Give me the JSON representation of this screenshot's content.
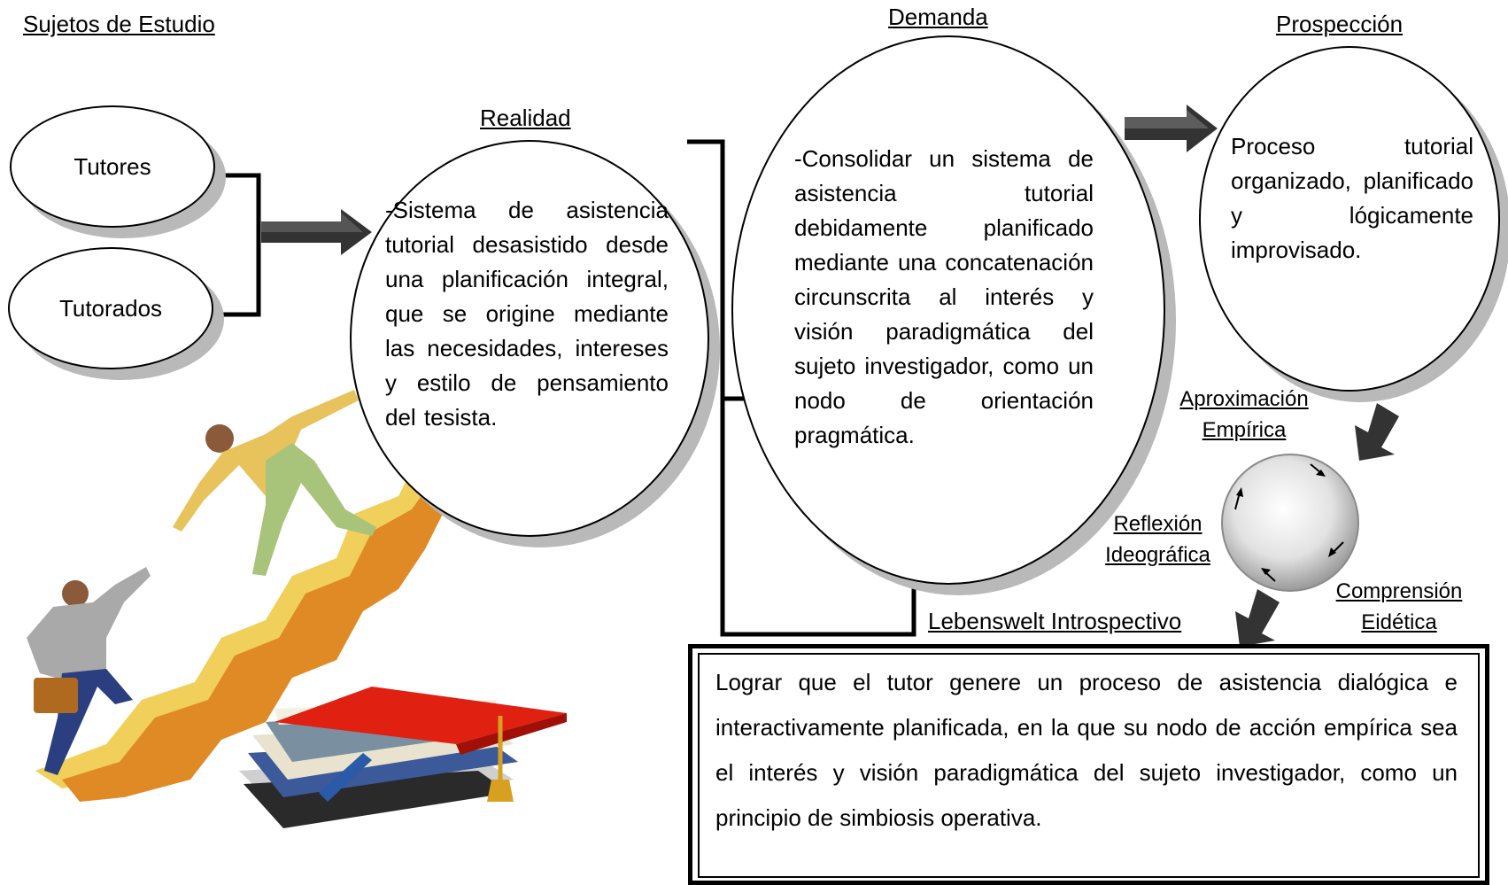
{
  "labels": {
    "sujetos": "Sujetos de Estudio",
    "realidad": "Realidad",
    "demanda": "Demanda",
    "prospeccion": "Prospección",
    "lebenswelt": "Lebenswelt Introspectivo"
  },
  "subjects": {
    "tutores": "Tutores",
    "tutorados": "Tutorados"
  },
  "realidad_text": "-Sistema de asistencia tutorial desasistido desde una planificación integral, que se origine mediante las necesidades, intereses y estilo de pensamiento del tesista.",
  "demanda_text": "-Consolidar un sistema de asistencia tutorial debidamente planificado mediante una concatenación circunscrita al interés y visión paradigmática del sujeto investigador, como un nodo de orientación pragmática.",
  "prospeccion_text": "Proceso tutorial organizado, planificado y lógicamente improvisado.",
  "cycle": {
    "aproximacion_1": "Aproximación",
    "aproximacion_2": "Empírica",
    "reflexion_1": "Reflexión",
    "reflexion_2": "Ideográfica",
    "comprension_1": "Comprensión",
    "comprension_2": "Eidética"
  },
  "goal_text": "Lograr que el tutor genere un proceso de asistencia dialógica e interactivamente planificada, en la que su nodo de acción empírica sea el interés y visión paradigmática del sujeto investigador, como un principio de simbiosis operativa."
}
